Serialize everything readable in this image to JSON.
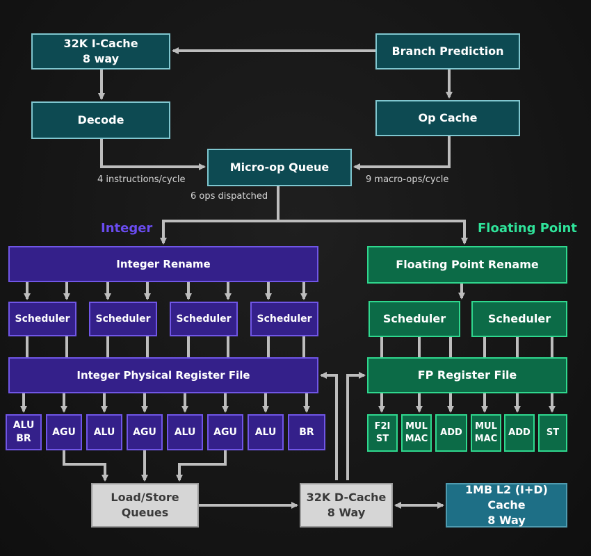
{
  "colors": {
    "arrow": "#bdbdbd",
    "integer_accent": "#6a4cf0",
    "fp_accent": "#2fe39a"
  },
  "sections": {
    "integer": "Integer",
    "floating_point": "Floating Point"
  },
  "front_end": {
    "icache": "32K I-Cache\n8 way",
    "branch_prediction": "Branch Prediction",
    "decode": "Decode",
    "op_cache": "Op Cache",
    "micro_op_queue": "Micro-op Queue"
  },
  "flow_labels": {
    "decode_rate": "4 instructions/cycle",
    "op_cache_rate": "9 macro-ops/cycle",
    "dispatch": "6 ops dispatched"
  },
  "integer": {
    "rename": "Integer Rename",
    "schedulers": [
      "Scheduler",
      "Scheduler",
      "Scheduler",
      "Scheduler"
    ],
    "register_file": "Integer Physical Register File",
    "units": [
      "ALU\nBR",
      "AGU",
      "ALU",
      "AGU",
      "ALU",
      "AGU",
      "ALU",
      "BR"
    ]
  },
  "fp": {
    "rename": "Floating Point Rename",
    "schedulers": [
      "Scheduler",
      "Scheduler"
    ],
    "register_file": "FP Register File",
    "units": [
      "F2I\nST",
      "MUL\nMAC",
      "ADD",
      "MUL\nMAC",
      "ADD",
      "ST"
    ]
  },
  "memory": {
    "load_store": "Load/Store\nQueues",
    "dcache": "32K D-Cache\n8 Way",
    "l2": "1MB L2 (I+D) Cache\n8 Way"
  }
}
